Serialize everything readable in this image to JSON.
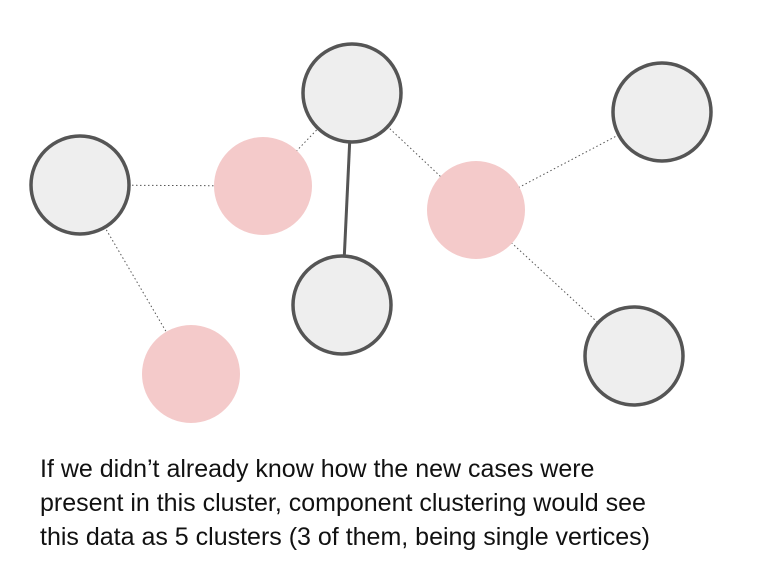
{
  "colors": {
    "known_fill": "#eeeeee",
    "known_stroke": "#555555",
    "new_case_fill": "#f4caca",
    "solid_edge": "#555555",
    "dotted_edge": "#555555"
  },
  "graph": {
    "nodes": [
      {
        "id": "n1",
        "kind": "known"
      },
      {
        "id": "n2",
        "kind": "new"
      },
      {
        "id": "n3",
        "kind": "known"
      },
      {
        "id": "n4",
        "kind": "known"
      },
      {
        "id": "n5",
        "kind": "new"
      },
      {
        "id": "n6",
        "kind": "known"
      },
      {
        "id": "n7",
        "kind": "known"
      },
      {
        "id": "n8",
        "kind": "new"
      }
    ],
    "edges": [
      {
        "from": "n1",
        "to": "n2",
        "style": "dotted"
      },
      {
        "from": "n1",
        "to": "n8",
        "style": "dotted"
      },
      {
        "from": "n2",
        "to": "n3",
        "style": "dotted"
      },
      {
        "from": "n3",
        "to": "n4",
        "style": "solid"
      },
      {
        "from": "n3",
        "to": "n5",
        "style": "dotted"
      },
      {
        "from": "n5",
        "to": "n6",
        "style": "dotted"
      },
      {
        "from": "n5",
        "to": "n7",
        "style": "dotted"
      }
    ]
  },
  "caption": {
    "line1": "If we didn’t already know how the new cases were",
    "line2": "present in this cluster, component clustering would see",
    "line3": "this data as 5 clusters (3 of them, being single vertices)"
  }
}
